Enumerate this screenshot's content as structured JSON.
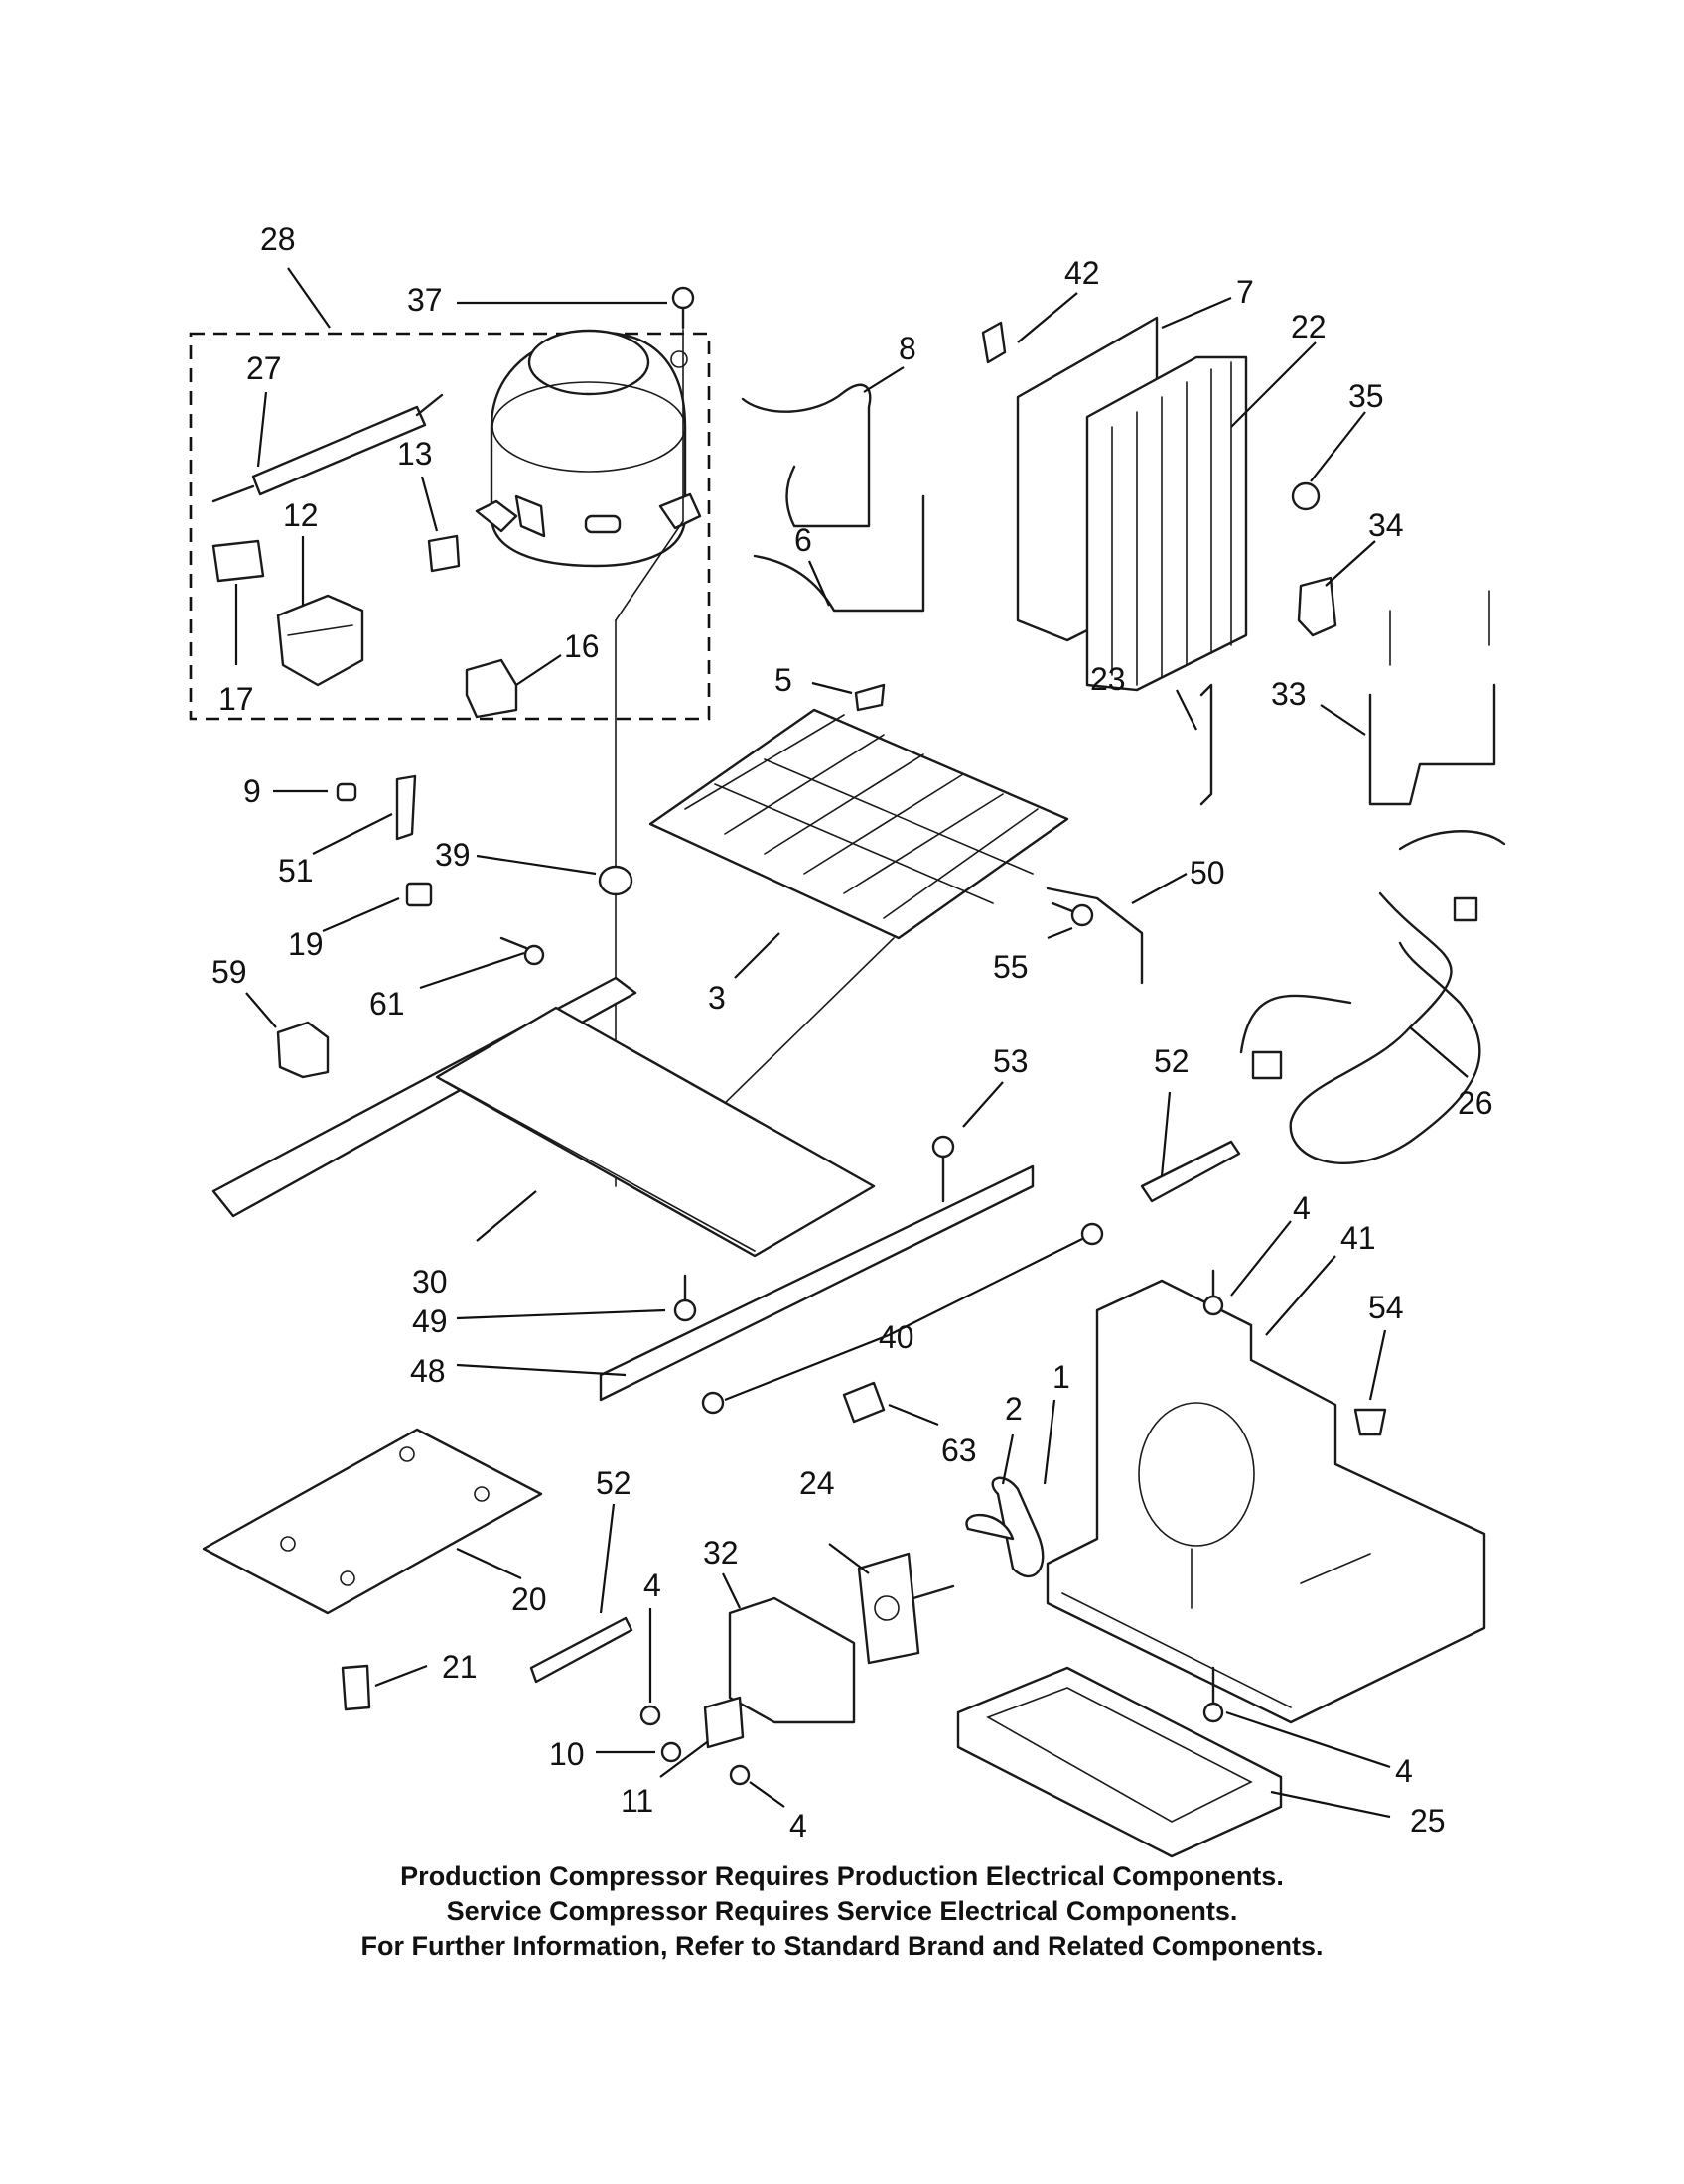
{
  "callouts": [
    {
      "id": "28",
      "text": "28"
    },
    {
      "id": "37",
      "text": "37"
    },
    {
      "id": "27",
      "text": "27"
    },
    {
      "id": "13",
      "text": "13"
    },
    {
      "id": "12",
      "text": "12"
    },
    {
      "id": "16",
      "text": "16"
    },
    {
      "id": "17",
      "text": "17"
    },
    {
      "id": "8",
      "text": "8"
    },
    {
      "id": "6",
      "text": "6"
    },
    {
      "id": "42",
      "text": "42"
    },
    {
      "id": "7",
      "text": "7"
    },
    {
      "id": "22",
      "text": "22"
    },
    {
      "id": "35",
      "text": "35"
    },
    {
      "id": "34",
      "text": "34"
    },
    {
      "id": "5",
      "text": "5"
    },
    {
      "id": "23",
      "text": "23"
    },
    {
      "id": "33",
      "text": "33"
    },
    {
      "id": "9",
      "text": "9"
    },
    {
      "id": "51",
      "text": "51"
    },
    {
      "id": "39",
      "text": "39"
    },
    {
      "id": "19",
      "text": "19"
    },
    {
      "id": "61",
      "text": "61"
    },
    {
      "id": "3",
      "text": "3"
    },
    {
      "id": "50",
      "text": "50"
    },
    {
      "id": "55",
      "text": "55"
    },
    {
      "id": "59",
      "text": "59"
    },
    {
      "id": "53",
      "text": "53"
    },
    {
      "id": "52a",
      "text": "52"
    },
    {
      "id": "26",
      "text": "26"
    },
    {
      "id": "30",
      "text": "30"
    },
    {
      "id": "49",
      "text": "49"
    },
    {
      "id": "4a",
      "text": "4"
    },
    {
      "id": "41",
      "text": "41"
    },
    {
      "id": "54",
      "text": "54"
    },
    {
      "id": "48",
      "text": "48"
    },
    {
      "id": "40",
      "text": "40"
    },
    {
      "id": "63",
      "text": "63"
    },
    {
      "id": "2",
      "text": "2"
    },
    {
      "id": "1",
      "text": "1"
    },
    {
      "id": "52b",
      "text": "52"
    },
    {
      "id": "24",
      "text": "24"
    },
    {
      "id": "32",
      "text": "32"
    },
    {
      "id": "20",
      "text": "20"
    },
    {
      "id": "4b",
      "text": "4"
    },
    {
      "id": "21",
      "text": "21"
    },
    {
      "id": "10",
      "text": "10"
    },
    {
      "id": "11",
      "text": "11"
    },
    {
      "id": "4c",
      "text": "4"
    },
    {
      "id": "4d",
      "text": "4"
    },
    {
      "id": "25",
      "text": "25"
    }
  ],
  "notes": {
    "line1": "Production Compressor Requires Production Electrical Components.",
    "line2": "Service Compressor Requires Service Electrical Components.",
    "line3": "For Further Information, Refer to Standard Brand and Related Components."
  }
}
